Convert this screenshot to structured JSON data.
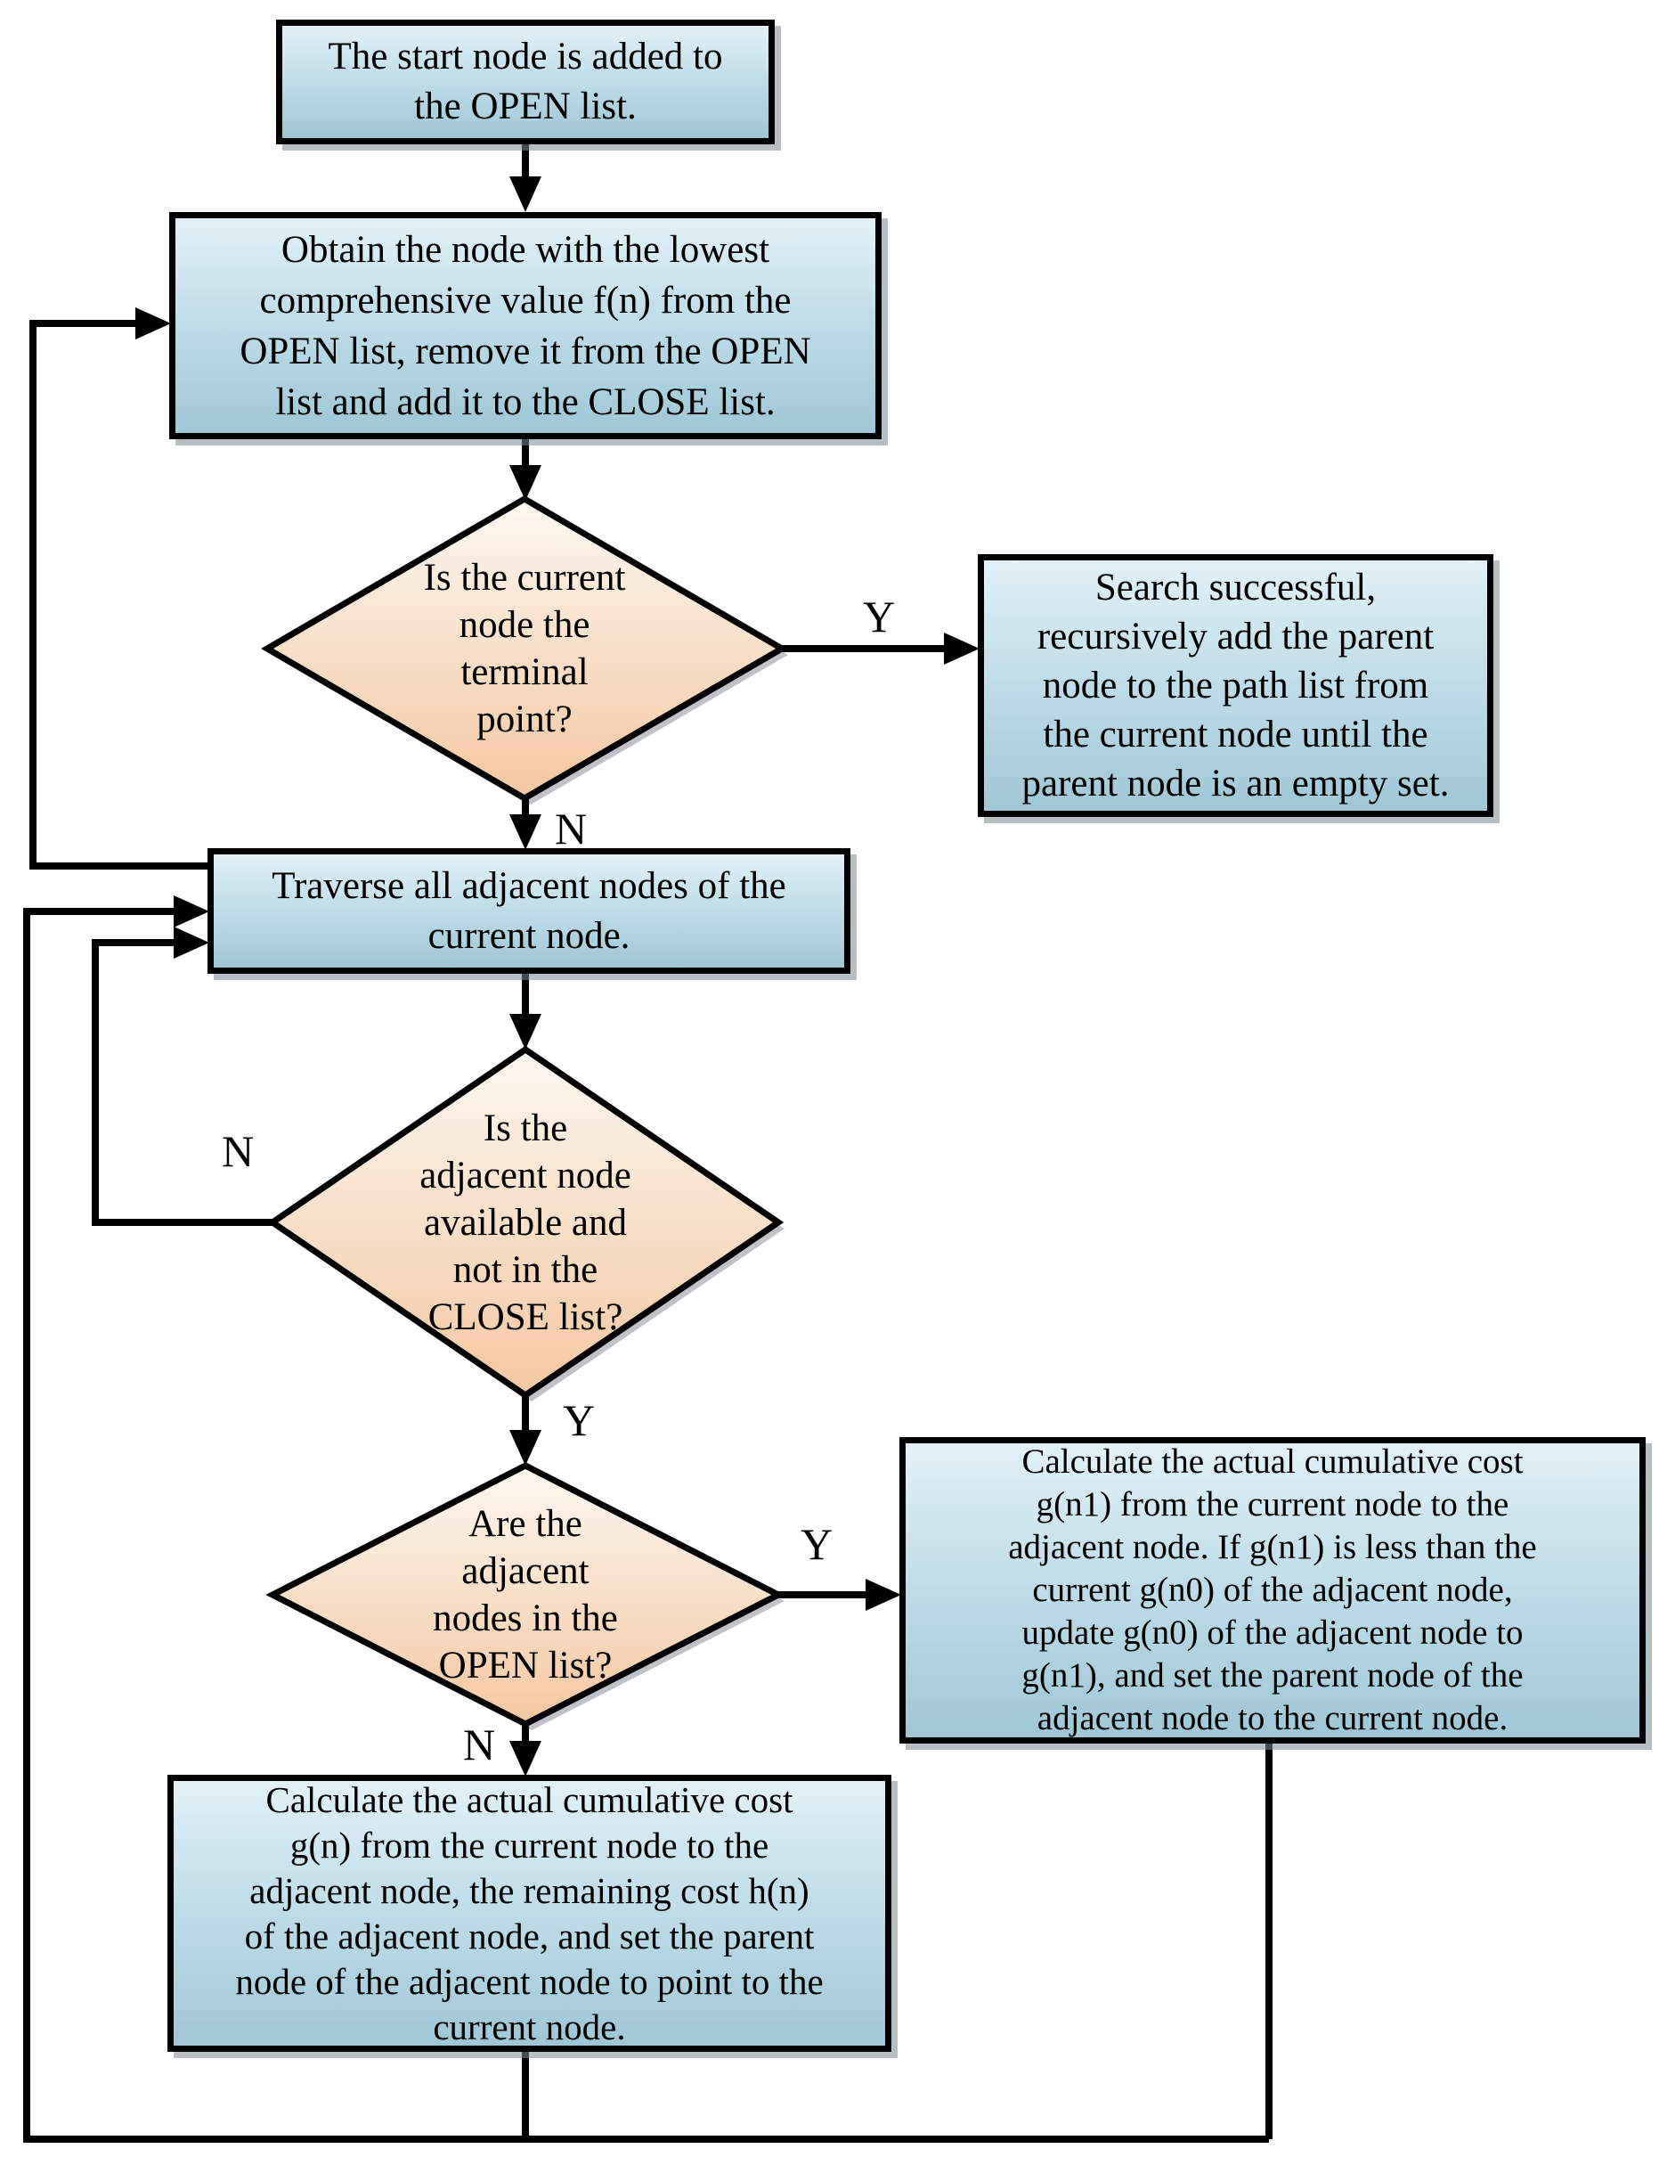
{
  "nodes": {
    "start": {
      "text": "The start node is added to\nthe OPEN list."
    },
    "obtain": {
      "text": "Obtain the node with the lowest\ncomprehensive value f(n) from the\nOPEN list, remove it from the OPEN\nlist and add it to the CLOSE list."
    },
    "terminal": {
      "text": "Is the current\nnode the\nterminal\npoint?"
    },
    "search": {
      "text": "Search successful,\nrecursively add the parent\nnode to the path list from\nthe current node until the\nparent node is an empty set."
    },
    "traverse": {
      "text": "Traverse all adjacent nodes of the\ncurrent node."
    },
    "available": {
      "text": "Is the\nadjacent node\navailable and\nnot in the\nCLOSE list?"
    },
    "in_open": {
      "text": "Are the\nadjacent\nnodes in the\nOPEN list?"
    },
    "calc_update": {
      "text": "Calculate the actual cumulative cost\ng(n1) from the current node to the\nadjacent node. If g(n1) is less than the\ncurrent g(n0) of the adjacent node,\nupdate g(n0) of the adjacent node to\ng(n1), and set the parent node of the\nadjacent node to the current node."
    },
    "calc_new": {
      "text": "Calculate the actual cumulative cost\ng(n) from the current node to the\nadjacent node, the remaining cost h(n)\nof the adjacent node, and set the parent\nnode of the adjacent node to point to the\ncurrent node."
    }
  },
  "labels": {
    "terminal_yes": "Y",
    "terminal_no": "N",
    "available_no": "N",
    "available_yes": "Y",
    "in_open_yes": "Y",
    "in_open_no": "N"
  },
  "colors": {
    "box_fill_top": "#e2f1f7",
    "box_fill_bottom": "#9fc7d6",
    "diamond_fill_top": "#fdf8f1",
    "diamond_fill_bottom": "#f4c7a0",
    "line": "#000000"
  }
}
